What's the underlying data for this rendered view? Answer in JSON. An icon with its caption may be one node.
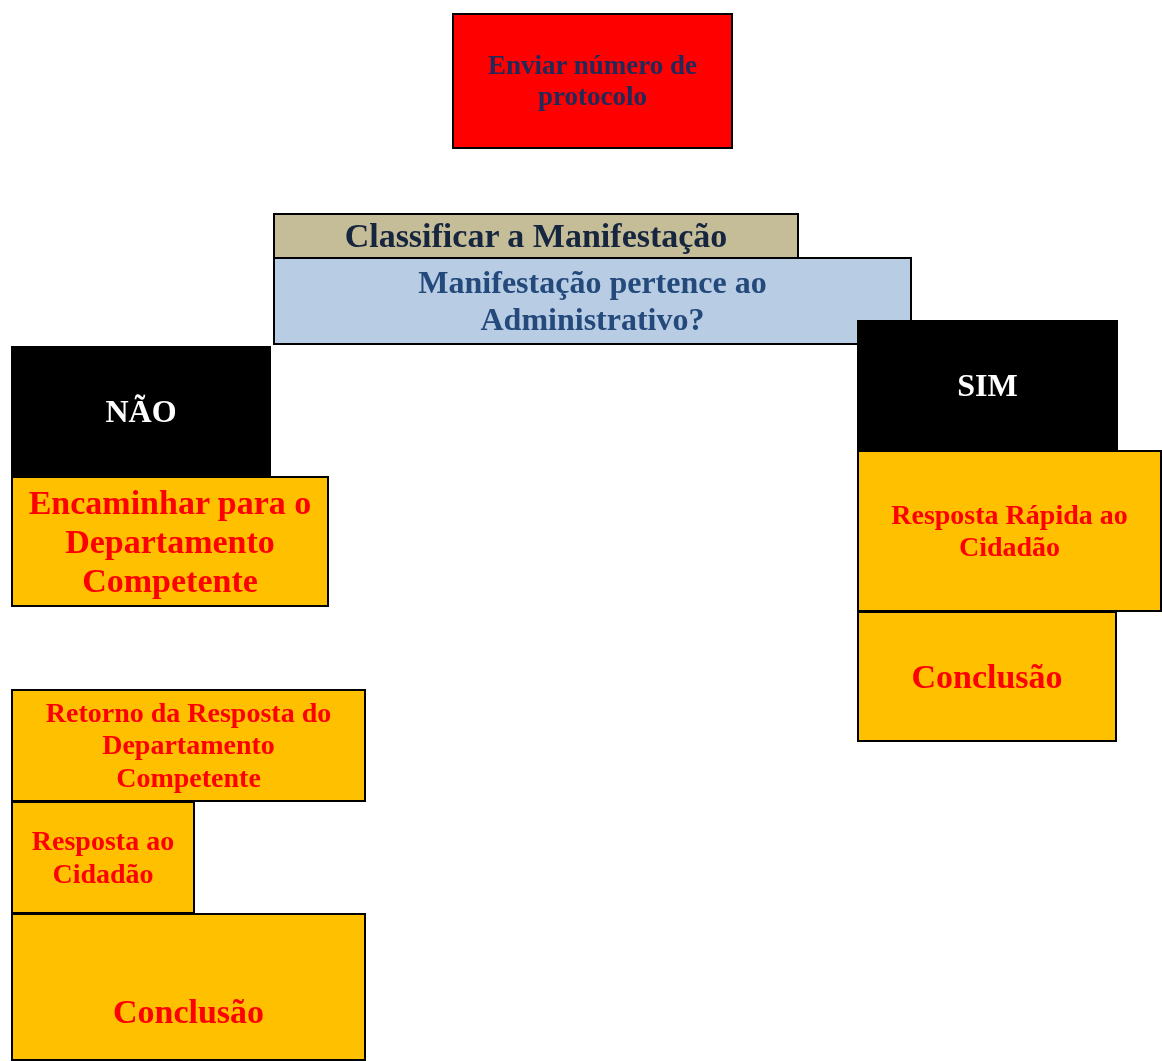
{
  "diagram": {
    "nodes": [
      {
        "text": [
          "Enviar número de protocolo"
        ]
      },
      {
        "text": [
          "Classificar a Manifestação"
        ]
      },
      {
        "text": [
          "Manifestação pertence ao Administrativo?"
        ]
      },
      {
        "text": [
          "NÃO"
        ]
      },
      {
        "text": [
          "Encaminhar para o Departamento Competente"
        ]
      },
      {
        "text": [
          "SIM"
        ]
      },
      {
        "text": [
          "Resposta Rápida ao Cidadão"
        ]
      },
      {
        "text": [
          "Conclusão"
        ]
      },
      {
        "text": [
          "Retorno da Resposta do Departamento Competente"
        ]
      },
      {
        "text": [
          "Resposta ao Cidadão"
        ]
      },
      {
        "text": [
          "Conclusão"
        ]
      }
    ]
  }
}
